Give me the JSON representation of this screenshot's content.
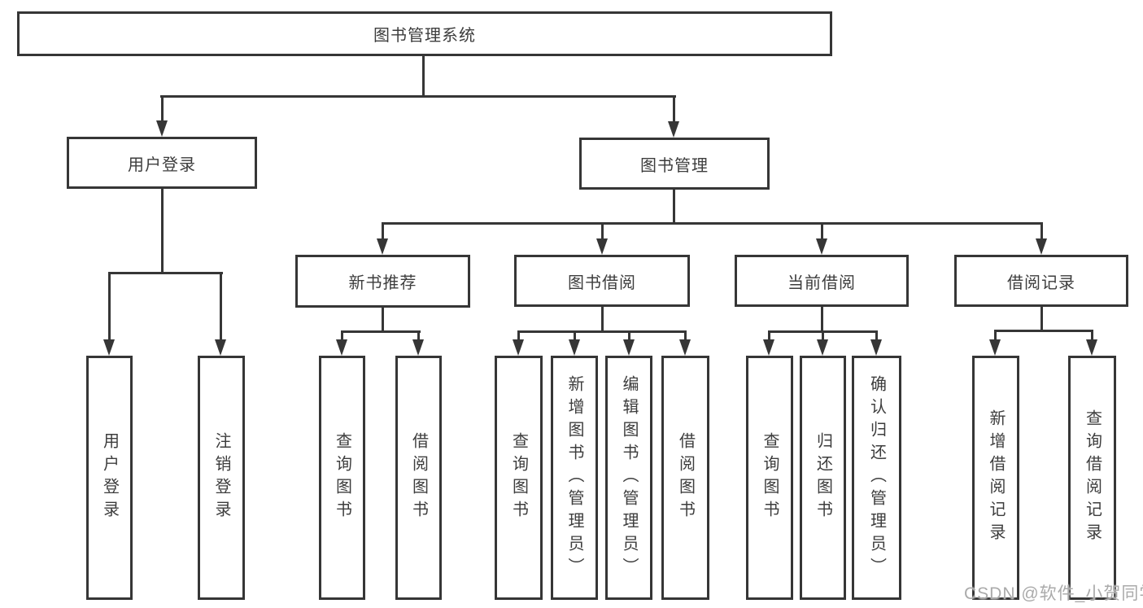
{
  "colors": {
    "line": "#363636",
    "text": "#3d3d3d",
    "watermark": "#aaaaaa"
  },
  "watermark": "CSDN @软件_小贺同学",
  "nodes": {
    "root": {
      "label": "图书管理系统"
    },
    "user_login": {
      "label": "用户登录"
    },
    "book_mgmt": {
      "label": "图书管理"
    },
    "new_book": {
      "label": "新书推荐"
    },
    "book_borrow": {
      "label": "图书借阅"
    },
    "current_borrow": {
      "label": "当前借阅"
    },
    "borrow_record": {
      "label": "借阅记录"
    },
    "leaf_user_login": {
      "label": "用户登录"
    },
    "leaf_logout": {
      "label": "注销登录"
    },
    "leaf_nb_query": {
      "label": "查询图书"
    },
    "leaf_nb_borrow": {
      "label": "借阅图书"
    },
    "leaf_bb_query": {
      "label": "查询图书"
    },
    "leaf_bb_add": {
      "label": "新增图书（管理员）"
    },
    "leaf_bb_edit": {
      "label": "编辑图书（管理员）"
    },
    "leaf_bb_borrow": {
      "label": "借阅图书"
    },
    "leaf_cb_query": {
      "label": "查询图书"
    },
    "leaf_cb_return": {
      "label": "归还图书"
    },
    "leaf_cb_confirm": {
      "label": "确认归还（管理员）"
    },
    "leaf_br_add": {
      "label": "新增借阅记录"
    },
    "leaf_br_query": {
      "label": "查询借阅记录"
    }
  }
}
